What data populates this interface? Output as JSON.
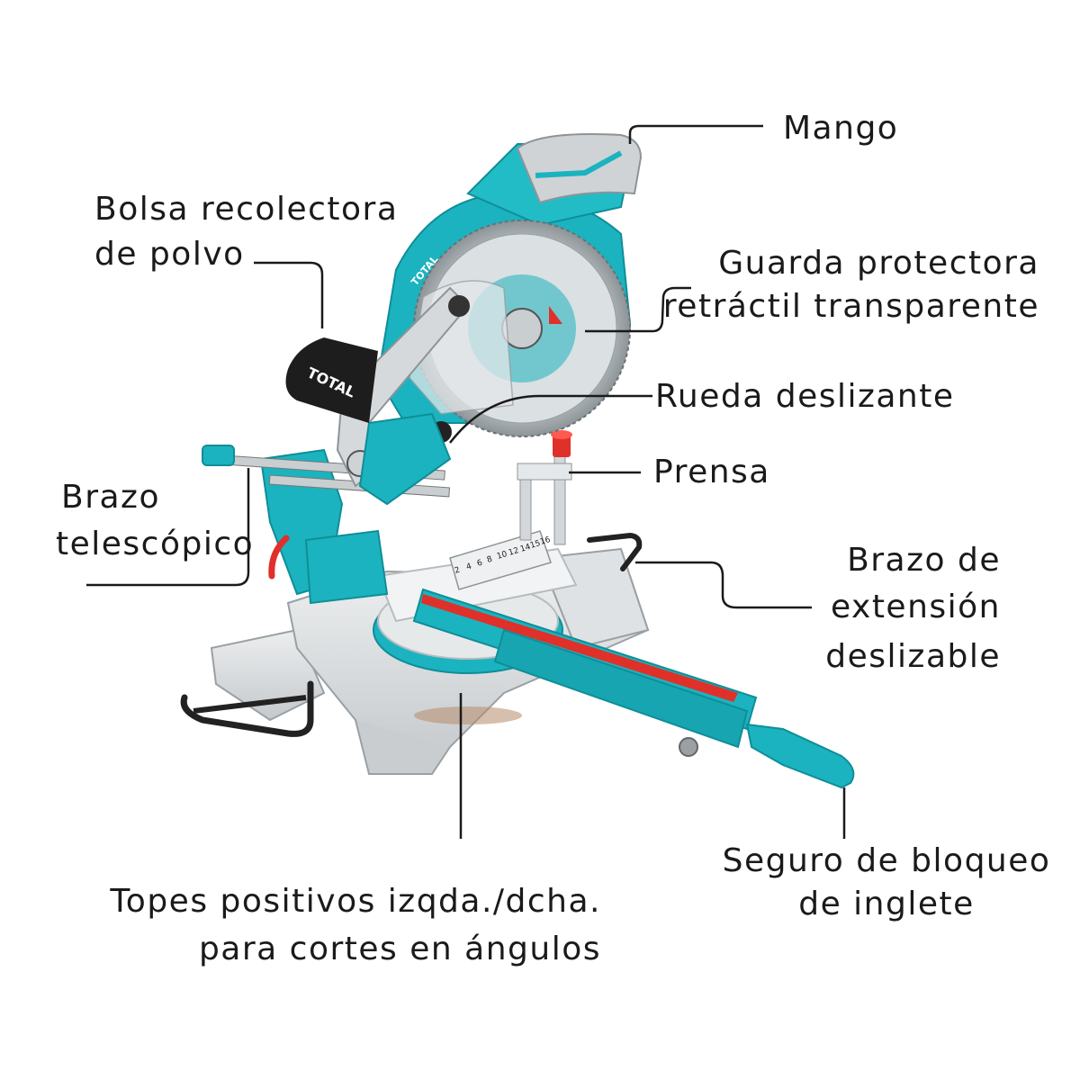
{
  "labels": {
    "mango": "Mango",
    "bolsa_line1": "Bolsa recolectora",
    "bolsa_line2": "de polvo",
    "guarda_line1": "Guarda protectora",
    "guarda_line2": "retráctil transparente",
    "rueda": "Rueda deslizante",
    "prensa": "Prensa",
    "brazo_tel_line1": "Brazo",
    "brazo_tel_line2": "telescópico",
    "brazo_ext_line1": "Brazo de",
    "brazo_ext_line2": "extensión",
    "brazo_ext_line3": "deslizable",
    "topes_line1": "Topes positivos izqda./dcha.",
    "topes_line2": "para cortes en ángulos",
    "seguro_line1": "Seguro de bloqueo",
    "seguro_line2": "de inglete"
  },
  "product": {
    "brand_bag": "TOTAL",
    "brand_guard": "TOTAL",
    "ruler_ticks": [
      "2",
      "4",
      "6",
      "8",
      "10",
      "12",
      "14",
      "15",
      "16"
    ]
  },
  "colors": {
    "teal": "#1bb3bf",
    "teal_dark": "#0f8e98",
    "gray_body": "#d7d9db",
    "gray_dark": "#9aa0a4",
    "red_stripe": "#e0302a",
    "bag_black": "#1d1d1d",
    "leader_line": "#1a1a1a"
  }
}
